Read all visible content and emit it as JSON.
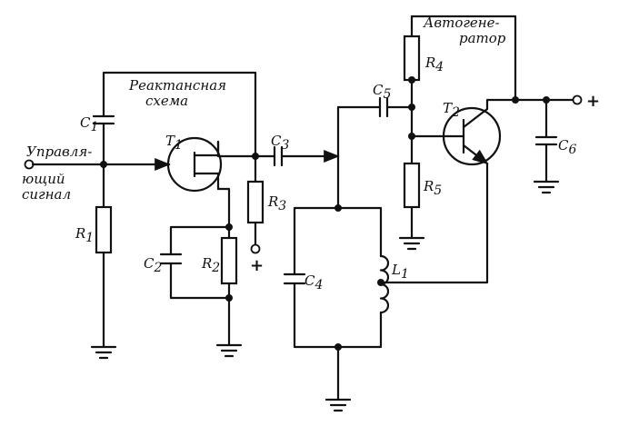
{
  "title_reactance": [
    "Реактансная",
    "схема"
  ],
  "title_oscillator": [
    "Автогене-",
    "ратор"
  ],
  "input_label": [
    "Управля-",
    "ющий",
    "сигнал"
  ],
  "plus_sign": "+",
  "components": {
    "C1": {
      "letter": "C",
      "index": "1"
    },
    "C2": {
      "letter": "C",
      "index": "2"
    },
    "C3": {
      "letter": "C",
      "index": "3"
    },
    "C4": {
      "letter": "C",
      "index": "4"
    },
    "C5": {
      "letter": "C",
      "index": "5"
    },
    "C6": {
      "letter": "C",
      "index": "6"
    },
    "R1": {
      "letter": "R",
      "index": "1"
    },
    "R2": {
      "letter": "R",
      "index": "2"
    },
    "R3": {
      "letter": "R",
      "index": "3"
    },
    "R4": {
      "letter": "R",
      "index": "4"
    },
    "R5": {
      "letter": "R",
      "index": "5"
    },
    "L1": {
      "letter": "L",
      "index": "1"
    },
    "T1": {
      "letter": "T",
      "index": "1"
    },
    "T2": {
      "letter": "T",
      "index": "2"
    }
  }
}
